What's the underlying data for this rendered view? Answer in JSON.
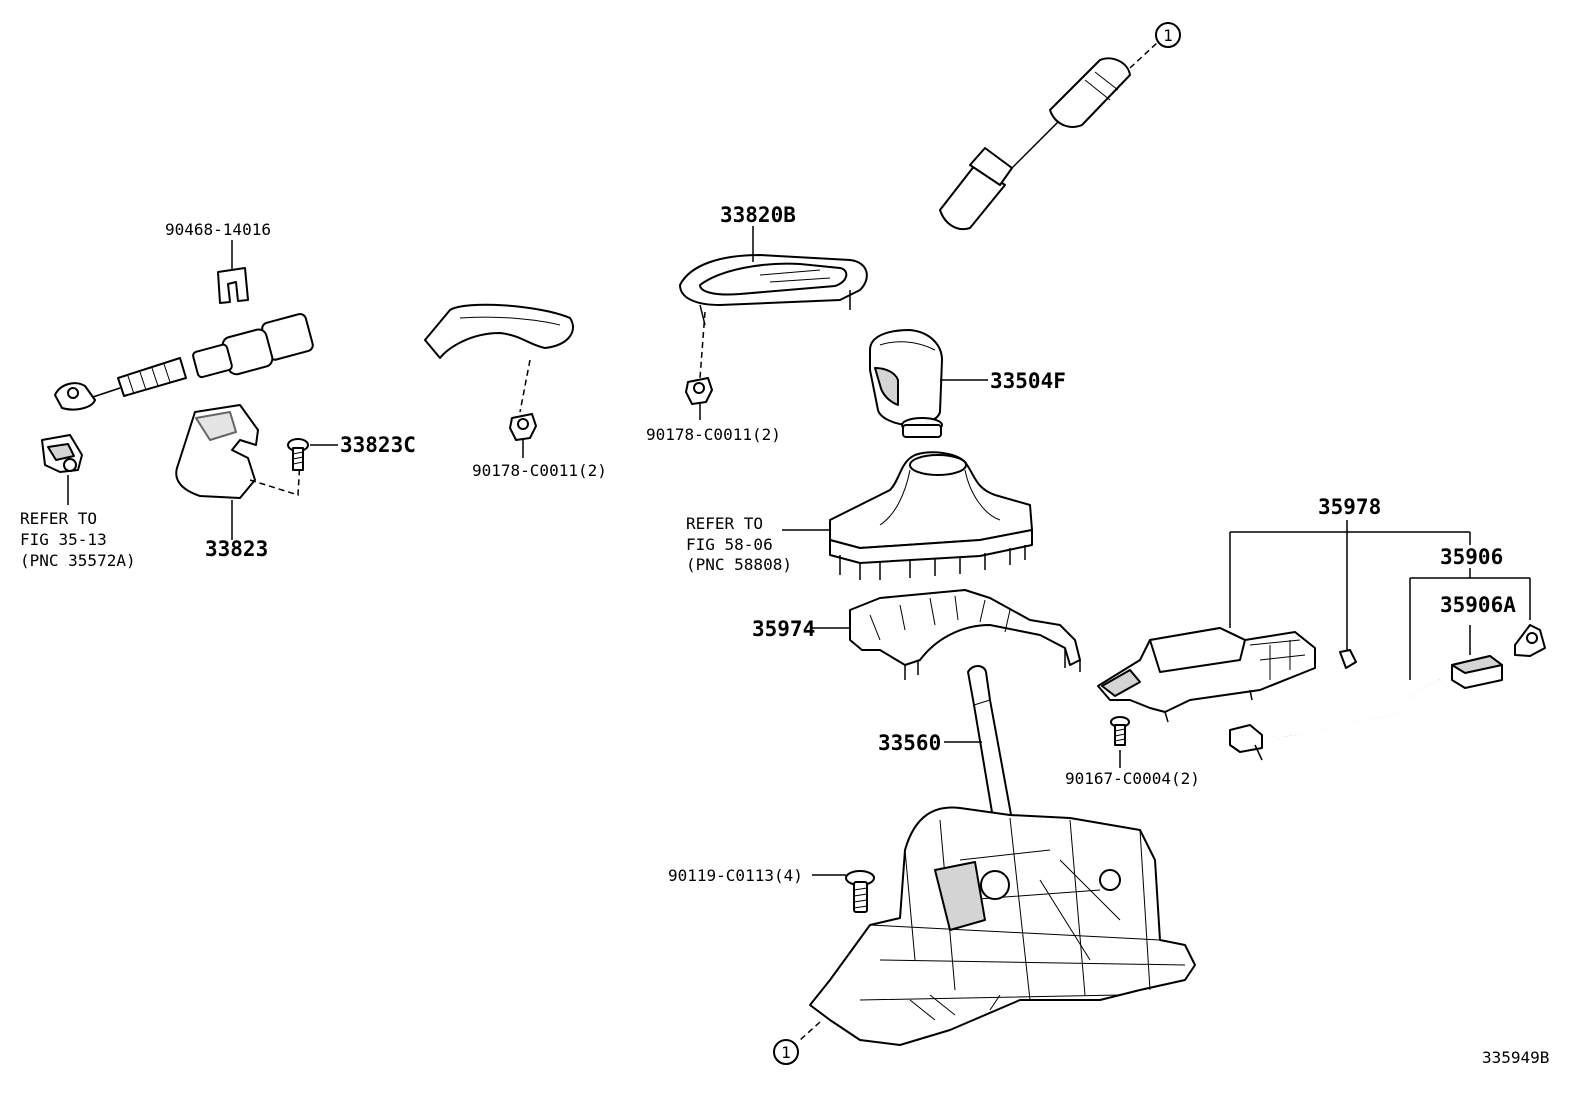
{
  "labels": {
    "p33820B": "33820B",
    "p90468": "90468-14016",
    "p33504F": "33504F",
    "p33823C": "33823C",
    "p33823": "33823",
    "p90178_left": "90178-C0011(2)",
    "p90178_right": "90178-C0011(2)",
    "p35978": "35978",
    "p35906": "35906",
    "p35906A": "35906A",
    "p35974": "35974",
    "p33560": "33560",
    "p90167": "90167-C0004(2)",
    "p90119": "90119-C0113(4)",
    "ref_35_line1": "REFER TO",
    "ref_35_line2": "FIG 35-13",
    "ref_35_line3": "(PNC 35572A)",
    "ref_58_line1": "REFER TO",
    "ref_58_line2": "FIG 58-06",
    "ref_58_line3": "(PNC 58808)",
    "marker_top": "1",
    "marker_bottom": "1",
    "figure_id": "335949B"
  }
}
